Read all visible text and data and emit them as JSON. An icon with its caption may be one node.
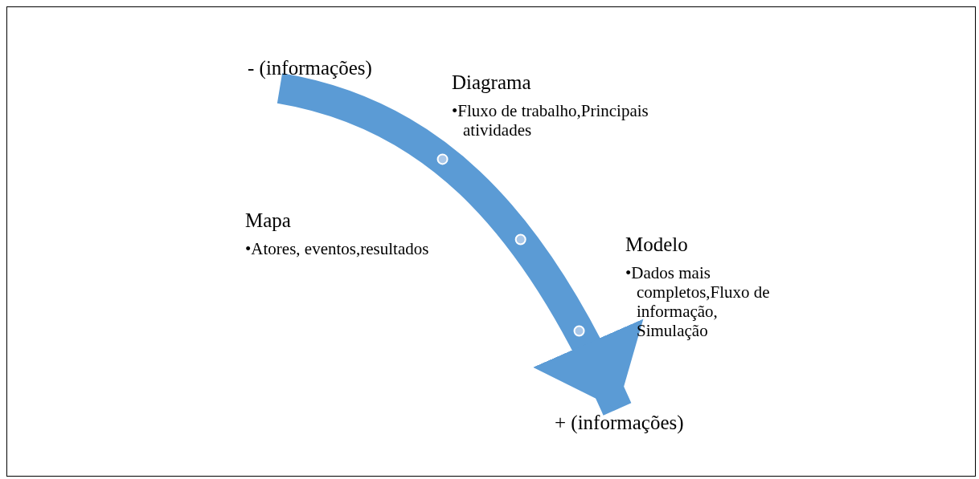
{
  "diagram": {
    "nodes": [
      {
        "text": [
          "- (informações)"
        ]
      },
      {
        "text": [
          "+ (informações)"
        ]
      },
      {
        "text": [
          "Diagrama",
          "•Fluxo de trabalho,Principais atividades"
        ]
      },
      {
        "text": [
          "Mapa",
          "•Atores, eventos,resultados"
        ]
      },
      {
        "text": [
          "Modelo",
          "•Dados mais completos,Fluxo de informação, Simulação"
        ]
      }
    ],
    "edges": [
      {
        "from": 0,
        "to": 1,
        "arrow": "to"
      }
    ]
  }
}
